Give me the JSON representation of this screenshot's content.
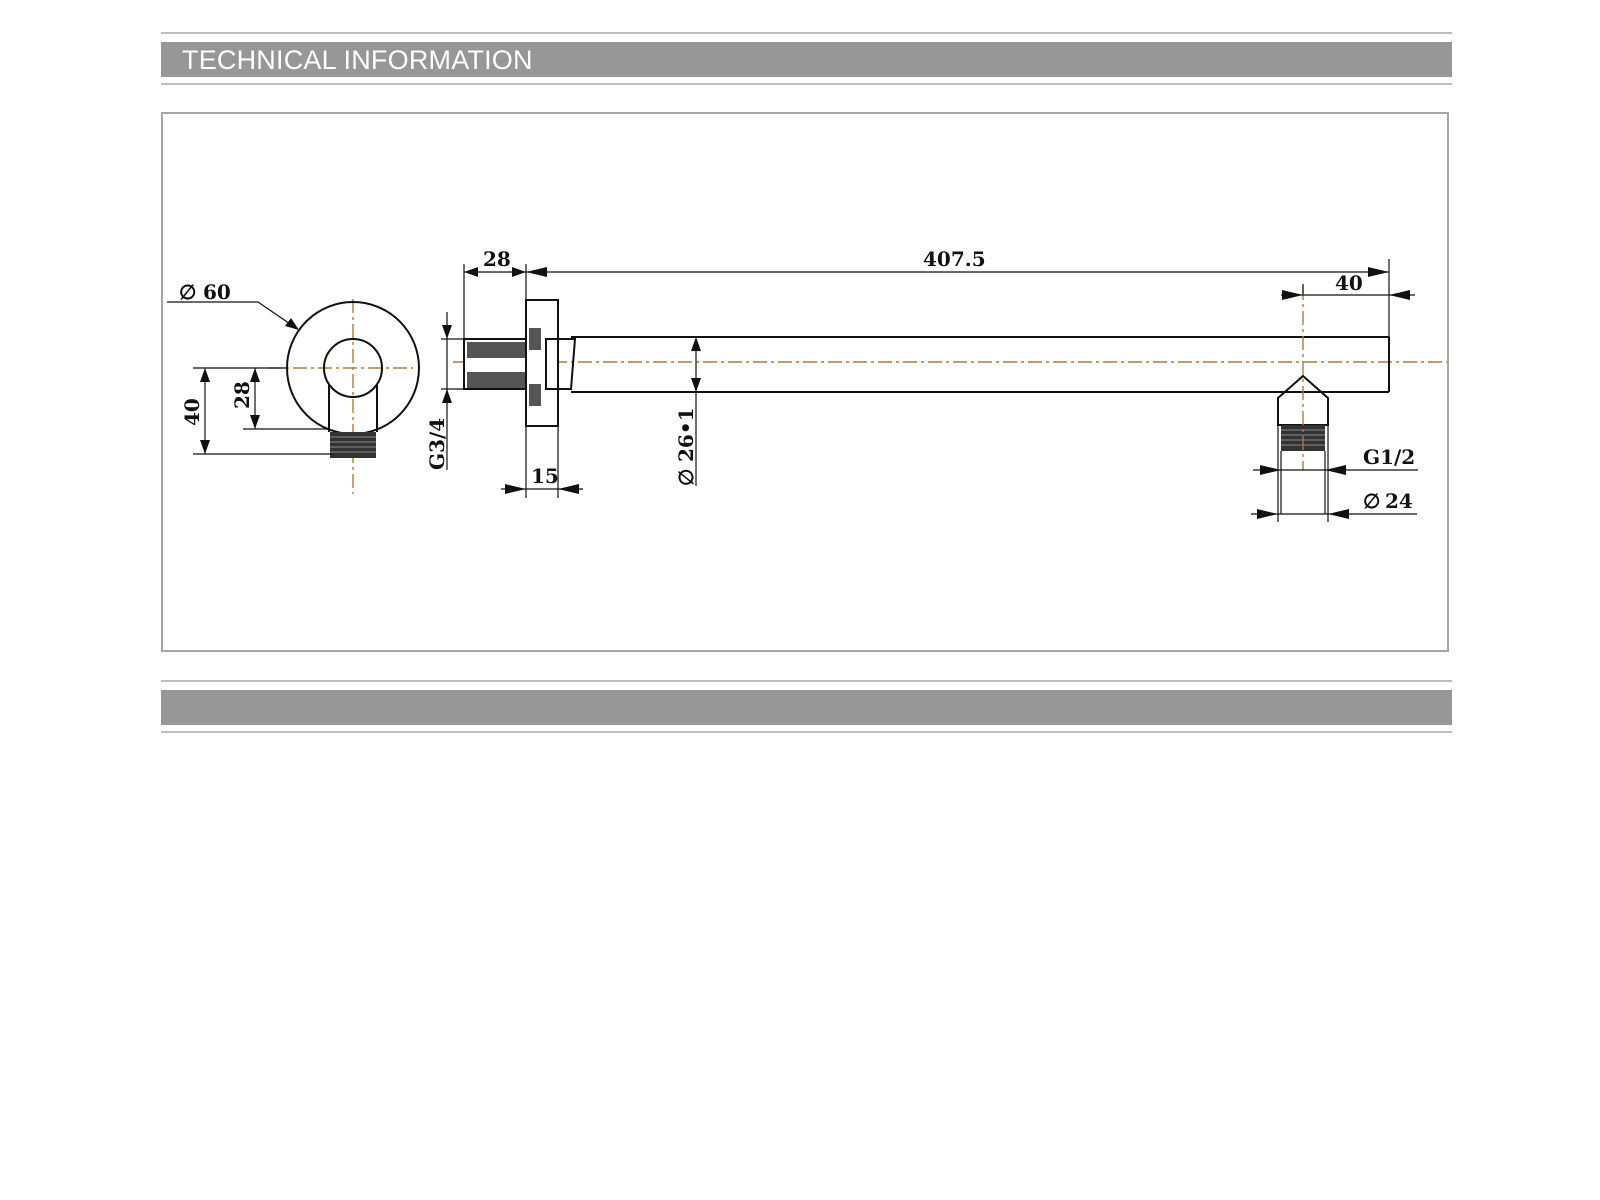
{
  "section_header": {
    "title": "TECHNICAL INFORMATION"
  },
  "drawing": {
    "dimensions": {
      "flange_diameter": "60",
      "flange_height_40": "40",
      "flange_height_28": "28",
      "collar_length": "28",
      "arm_length": "407.5",
      "outlet_offset": "40",
      "inlet_thread": "G3/4",
      "flange_width": "15",
      "arm_diameter": "26•1",
      "outlet_thread": "G1/2",
      "outlet_diameter": "24"
    }
  },
  "footer_header": {
    "title": ""
  }
}
